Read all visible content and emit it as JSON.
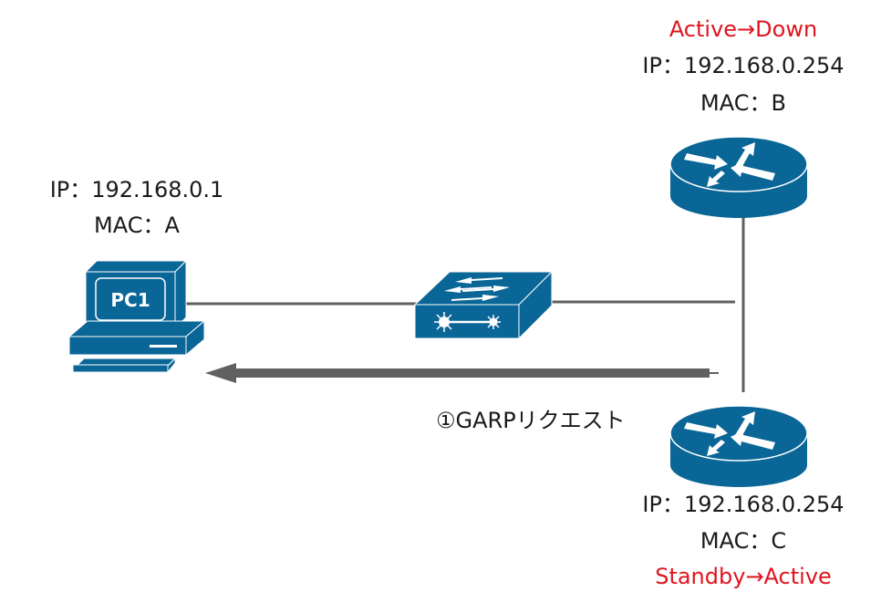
{
  "colors": {
    "device_blue": "#0a6697",
    "link_gray": "#606060",
    "status_red": "#e0141e",
    "text": "#1a1a1a"
  },
  "router_b": {
    "status": "Active→Down",
    "ip": "IP：192.168.0.254",
    "mac": "MAC：B"
  },
  "router_c": {
    "status": "Standby→Active",
    "ip": "IP：192.168.0.254",
    "mac": "MAC：C"
  },
  "pc1": {
    "name": "PC1",
    "ip": "IP：192.168.0.1",
    "mac": "MAC：A"
  },
  "arrow": {
    "label": "①GARPリクエスト",
    "direction": "right-to-left"
  },
  "icons": {
    "router": "router-icon",
    "switch": "switch-icon",
    "pc": "pc-icon"
  }
}
